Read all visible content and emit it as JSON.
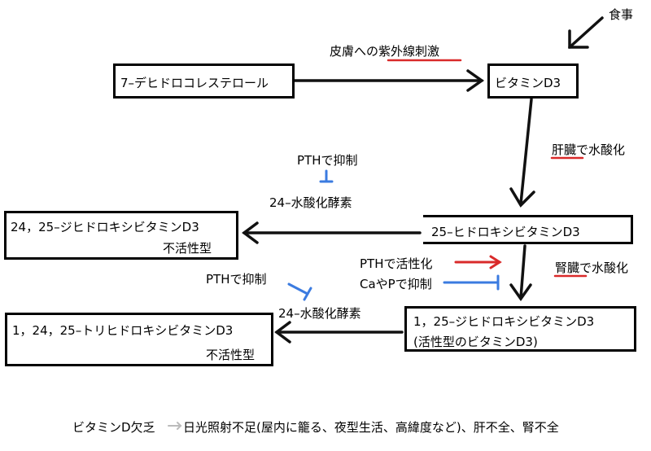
{
  "nodes": {
    "dehydrocholesterol": "7–デヒドロコレステロール",
    "vitd3": "ビタミンD3",
    "hydroxy25": "25–ヒドロキシビタミンD3",
    "dihydroxy24_25": "24，25–ジヒドロキシビタミンD3",
    "dihydroxy24_25_sub": "不活性型",
    "dihydroxy1_25": "1，25–ジヒドロキシビタミンD3",
    "dihydroxy1_25_sub": "(活性型のビタミンD3)",
    "trihydroxy": "1，24，25–トリヒドロキシビタミンD3",
    "trihydroxy_sub": "不活性型"
  },
  "labels": {
    "food": "食事",
    "uv_prefix": "皮膚への",
    "uv_emph": "紫外線刺激",
    "liver_emph": "肝臓",
    "liver_rest": "で水酸化",
    "kidney_emph": "腎臓",
    "kidney_rest": "で水酸化",
    "pth_activate": "PTHで活性化",
    "ca_p_inhibit": "CaやPで抑制",
    "pth_inhibit_1": "PTHで抑制",
    "enzyme_1": "24–水酸化酵素",
    "pth_inhibit_2": "PTHで抑制",
    "enzyme_2": "24–水酸化酵素"
  },
  "footer": {
    "deficiency": "ビタミンD欠乏",
    "causes": "日光照射不足(屋内に籠る、夜型生活、高緯度など)、肝不全、腎不全"
  },
  "colors": {
    "red": "#d92a2a",
    "blue": "#3b7be0",
    "arrow": "#111111",
    "gray_arrow": "#bbbbbb"
  }
}
